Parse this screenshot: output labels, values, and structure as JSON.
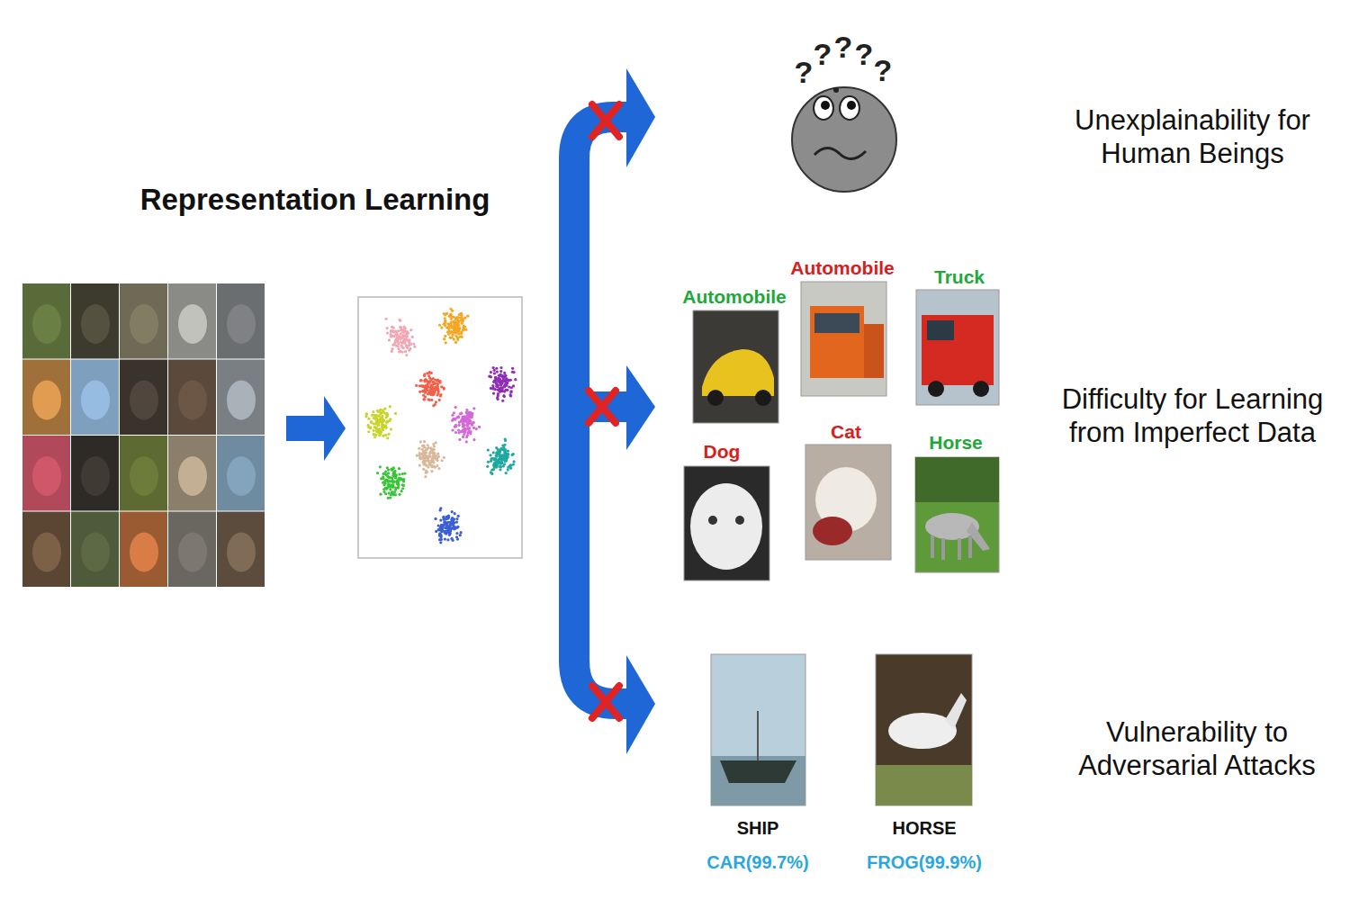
{
  "diagram": {
    "title": "Representation Learning",
    "labels": [
      "?",
      "?",
      "?",
      "?",
      "?",
      "Unexplainability for Human Beings",
      "Automobile",
      "Automobile",
      "Truck",
      "Dog",
      "Cat",
      "Horse",
      "Difficulty for Learning from Imperfect Data",
      "SHIP",
      "CAR(99.7%)",
      "HORSE",
      "FROG(99.9%)",
      "Vulnerability to Adversarial Attacks"
    ]
  }
}
